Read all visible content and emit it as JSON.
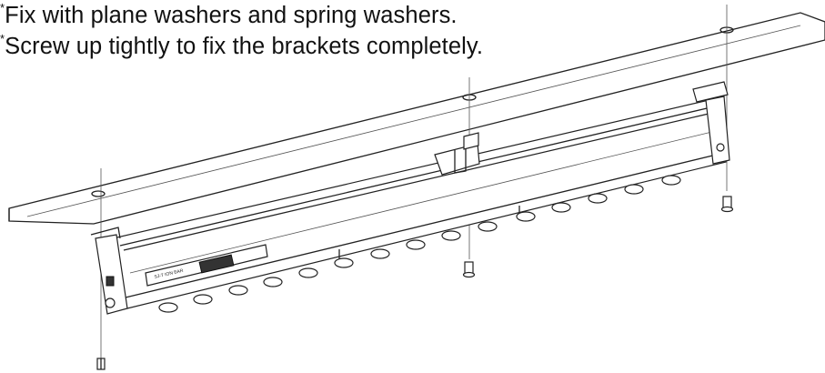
{
  "notes": {
    "line1": "Fix with plane washers and spring washers.",
    "line2": "Screw up tightly to fix the brackets completely.",
    "bullet": "*"
  },
  "unit": {
    "panel_text": "SJ-T ION BAR"
  }
}
